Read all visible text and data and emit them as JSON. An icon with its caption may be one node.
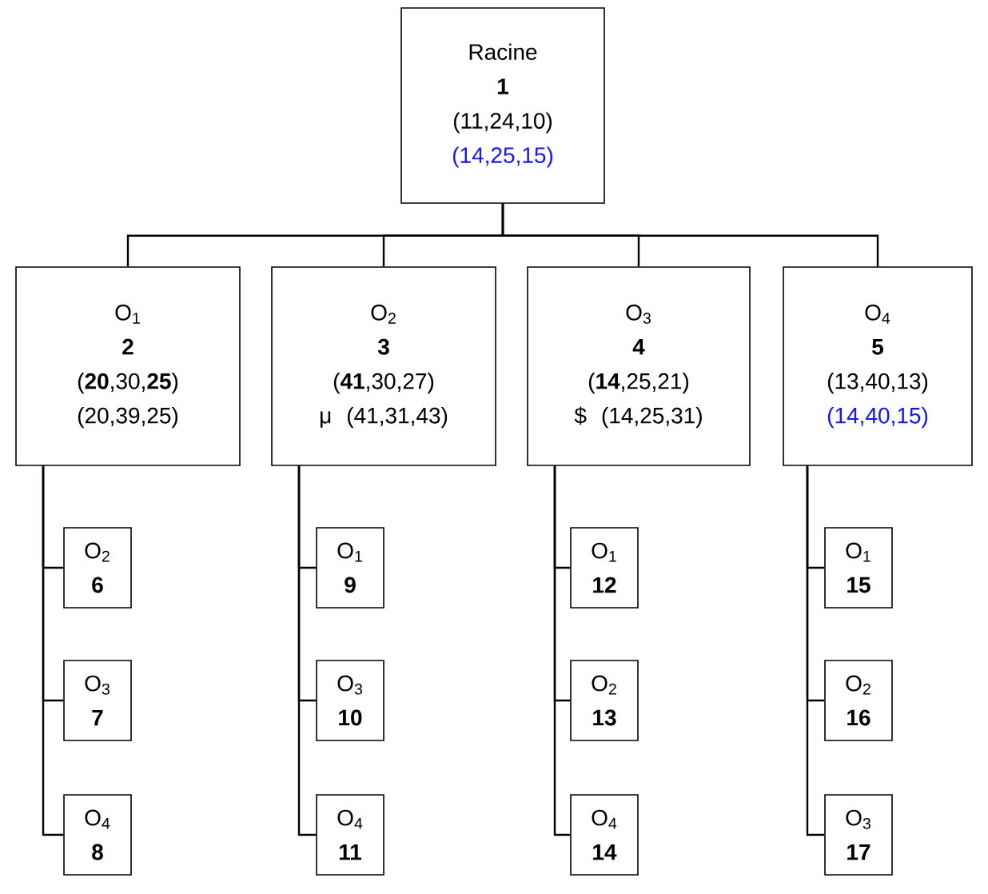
{
  "diagram": {
    "nodes": [
      {
        "text": [
          "Racine",
          "1",
          "(11,24,10)",
          "(14,25,15)"
        ]
      },
      {
        "text": [
          "O$_{1}$",
          "2",
          "(**20**,30,**25**)",
          "(20,39,25)"
        ]
      },
      {
        "text": [
          "O$_{2}$",
          "3",
          "(**41**,30,27)",
          "μ",
          "(41,31,43)"
        ]
      },
      {
        "text": [
          "O$_{3}$",
          "4",
          "(**14**,25,21)",
          "$",
          "(14,25,31)"
        ]
      },
      {
        "text": [
          "O$_{4}$",
          "5",
          "(13,40,13)",
          "(14,40,15)"
        ]
      },
      {
        "text": [
          "O$_{2}$",
          "6"
        ]
      },
      {
        "text": [
          "O$_{3}$",
          "7"
        ]
      },
      {
        "text": [
          "O$_{4}$",
          "8"
        ]
      },
      {
        "text": [
          "O$_{1}$",
          "9"
        ]
      },
      {
        "text": [
          "O$_{3}$",
          "10"
        ]
      },
      {
        "text": [
          "O$_{4}$",
          "11"
        ]
      },
      {
        "text": [
          "O$_{1}$",
          "12"
        ]
      },
      {
        "text": [
          "O$_{2}$",
          "13"
        ]
      },
      {
        "text": [
          "O$_{4}$",
          "14"
        ]
      },
      {
        "text": [
          "O$_{1}$",
          "15"
        ]
      },
      {
        "text": [
          "O$_{2}$",
          "16"
        ]
      },
      {
        "text": [
          "O$_{3}$",
          "17"
        ]
      }
    ],
    "edges": [
      {
        "from": 0,
        "to": 1,
        "arrow": "none"
      },
      {
        "from": 0,
        "to": 2,
        "arrow": "none"
      },
      {
        "from": 0,
        "to": 3,
        "arrow": "none"
      },
      {
        "from": 0,
        "to": 4,
        "arrow": "none"
      },
      {
        "from": 1,
        "to": 5,
        "arrow": "none"
      },
      {
        "from": 1,
        "to": 6,
        "arrow": "none"
      },
      {
        "from": 1,
        "to": 7,
        "arrow": "none"
      },
      {
        "from": 2,
        "to": 8,
        "arrow": "none"
      },
      {
        "from": 2,
        "to": 9,
        "arrow": "none"
      },
      {
        "from": 2,
        "to": 10,
        "arrow": "none"
      },
      {
        "from": 3,
        "to": 11,
        "arrow": "none"
      },
      {
        "from": 3,
        "to": 12,
        "arrow": "none"
      },
      {
        "from": 3,
        "to": 13,
        "arrow": "none"
      },
      {
        "from": 4,
        "to": 14,
        "arrow": "none"
      },
      {
        "from": 4,
        "to": 15,
        "arrow": "none"
      },
      {
        "from": 4,
        "to": 16,
        "arrow": "none"
      }
    ]
  }
}
